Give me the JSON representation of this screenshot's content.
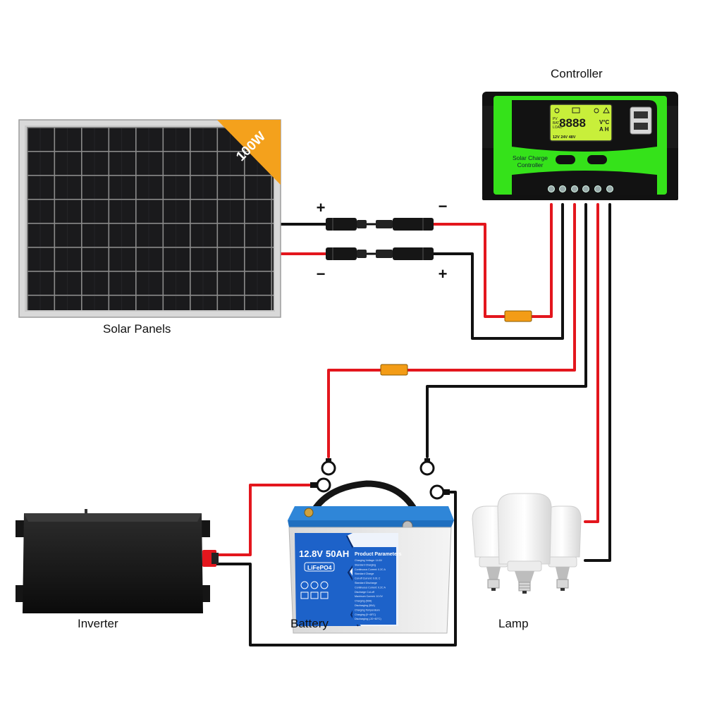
{
  "labels": {
    "controller": "Controller",
    "solar_panels": "Solar Panels",
    "inverter": "Inverter",
    "battery": "Battery",
    "lamp": "Lamp"
  },
  "panel": {
    "badge": "100W"
  },
  "polarity": {
    "plus": "+",
    "minus": "−"
  },
  "controller_screen": {
    "digits": "8888",
    "units_top": "V°C",
    "units_bottom": "A H",
    "left_col": [
      "PV",
      "BAT",
      "LOAD"
    ],
    "voltages": "12V  24V  48V",
    "brand": [
      "Solar Charge",
      "Controller"
    ]
  },
  "battery_label": {
    "voltage": "12.8V",
    "capacity": "50AH",
    "chem": "LiFePO4",
    "params_title": "Product Parameters",
    "params": [
      "Charging Voltage: 14.6V",
      "Standard Charging",
      "Continuous Current: 0.2C A",
      "Standard Charge",
      "Cut-off Current: 0.01 C",
      "Standard Discharge",
      "Continuous Current: 0.2C A",
      "Discharge Cut-off",
      "Maximum Current: 10.0V",
      "Charging (50A)",
      "Discharging (50A)",
      "Charging Temperature",
      "Charging (0~45°C)",
      "Discharging (-20~60°C)"
    ]
  },
  "colors": {
    "wire_red": "#e3161d",
    "wire_black": "#111111",
    "fuse": "#f39c16",
    "controller_green": "#35e21a",
    "lcd": "#c8ef3a",
    "battery_blue": "#2f86d8",
    "badge_orange": "#f4a11c"
  }
}
